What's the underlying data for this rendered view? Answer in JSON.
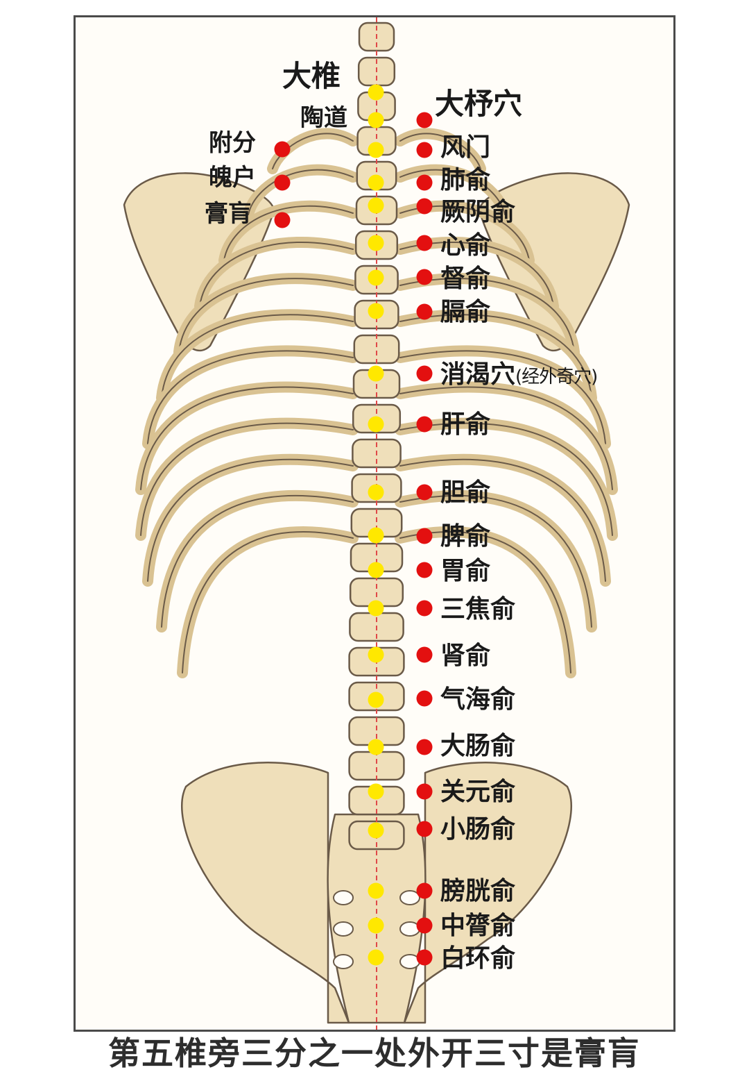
{
  "colors": {
    "bone": "#efdfba",
    "bone_shade": "#d9c292",
    "outline": "#6a5a48",
    "midline": "#e04848",
    "yellow_dot": "#ffe800",
    "red_dot": "#e31010",
    "text": "#1a1a1a"
  },
  "diagram": {
    "top_labels": {
      "dazhui": "大椎",
      "taodao": "陶道",
      "dazhu": "大杼穴"
    },
    "left_points": [
      {
        "label": "附分"
      },
      {
        "label": "魄户"
      },
      {
        "label": "膏肓"
      }
    ],
    "right_points": [
      {
        "label": "风门"
      },
      {
        "label": "肺俞"
      },
      {
        "label": "厥阴俞"
      },
      {
        "label": "心俞"
      },
      {
        "label": "督俞"
      },
      {
        "label": "膈俞"
      },
      {
        "label": "消渴穴",
        "note": "(经外奇穴)"
      },
      {
        "label": "肝俞"
      },
      {
        "label": "胆俞"
      },
      {
        "label": "脾俞"
      },
      {
        "label": "胃俞"
      },
      {
        "label": "三焦俞"
      },
      {
        "label": "肾俞"
      },
      {
        "label": "气海俞"
      },
      {
        "label": "大肠俞"
      },
      {
        "label": "关元俞"
      },
      {
        "label": "小肠俞"
      },
      {
        "label": "膀胱俞"
      },
      {
        "label": "中膂俞"
      },
      {
        "label": "白环俞"
      }
    ],
    "spine_point_count": 22
  },
  "caption": "第五椎旁三分之一处外开三寸是膏肓"
}
